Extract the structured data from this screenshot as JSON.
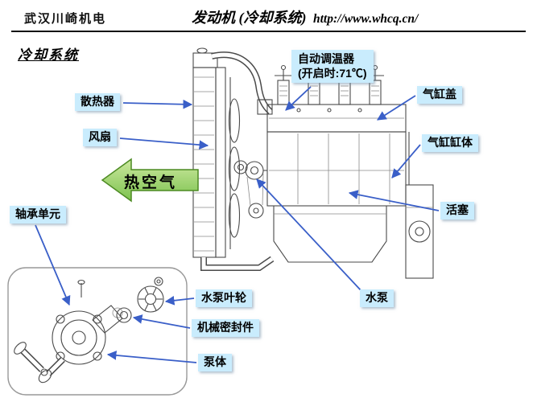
{
  "header": {
    "company": "武汉川崎机电",
    "title": "发动机 (冷却系统)",
    "url": "http://www.whcq.cn/"
  },
  "section_title": "冷却系统",
  "callouts": {
    "radiator": "散热器",
    "fan": "风扇",
    "thermostat": {
      "line1": "自动调温器",
      "line2": "(开启时:71℃)"
    },
    "cylinder_head": "气缸盖",
    "cylinder_block": "气缸缸体",
    "piston": "活塞",
    "bearing_unit": "轴承单元",
    "impeller": "水泵叶轮",
    "mechanical_seal": "机械密封件",
    "water_pump": "水泵",
    "pump_body": "泵体"
  },
  "hot_air_label": "热空气",
  "colors": {
    "callout_bg": "#c9ecfd",
    "connector_blue": "#3a5fc8",
    "arrow_green_fill_light": "#cde9a0",
    "arrow_green_fill_dark": "#7cc24e",
    "arrow_green_stroke": "#4c8a22"
  }
}
